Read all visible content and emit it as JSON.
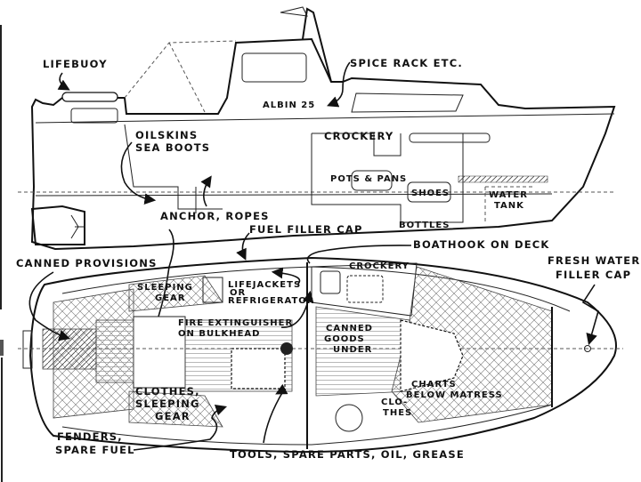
{
  "diagram": {
    "boat_name": "ALBIN 25",
    "profile_view": {
      "labels": {
        "lifebuoy": "LIFEBUOY",
        "spice_rack": "SPICE RACK ETC.",
        "oilskins_1": "OILSKINS",
        "oilskins_2": "SEA BOOTS",
        "crockery": "CROCKERY",
        "pots_pans": "POTS & PANS",
        "shoes": "SHOES",
        "water_tank_1": "WATER",
        "water_tank_2": "TANK",
        "anchor_ropes": "ANCHOR, ROPES",
        "bottles": "BOTTLES",
        "fuel_filler_cap": "FUEL FILLER CAP"
      }
    },
    "plan_view": {
      "labels": {
        "boathook": "BOATHOOK ON DECK",
        "canned_provisions": "CANNED PROVISIONS",
        "crockery": "CROCKERY",
        "fresh_water_1": "FRESH WATER",
        "fresh_water_2": "FILLER CAP",
        "sleeping_gear_1": "SLEEPING",
        "sleeping_gear_2": "GEAR",
        "lifejackets_1": "LIFEJACKETS",
        "lifejackets_2": "OR",
        "lifejackets_3": "REFRIGERATOR",
        "fire_ext_1": "FIRE EXTINGUISHER",
        "fire_ext_2": "ON BULKHEAD",
        "canned_goods_1": "CANNED",
        "canned_goods_2": "GOODS",
        "canned_goods_3": "UNDER",
        "charts_1": "CHARTS",
        "charts_2": "BELOW MATRESS",
        "clothes_small_1": "CLO-",
        "clothes_small_2": "THES",
        "clothes_1": "CLOTHES,",
        "clothes_2": "SLEEPING",
        "clothes_3": "GEAR",
        "fenders_1": "FENDERS,",
        "fenders_2": "SPARE FUEL",
        "tools": "TOOLS, SPARE PARTS, OIL, GREASE"
      }
    }
  }
}
